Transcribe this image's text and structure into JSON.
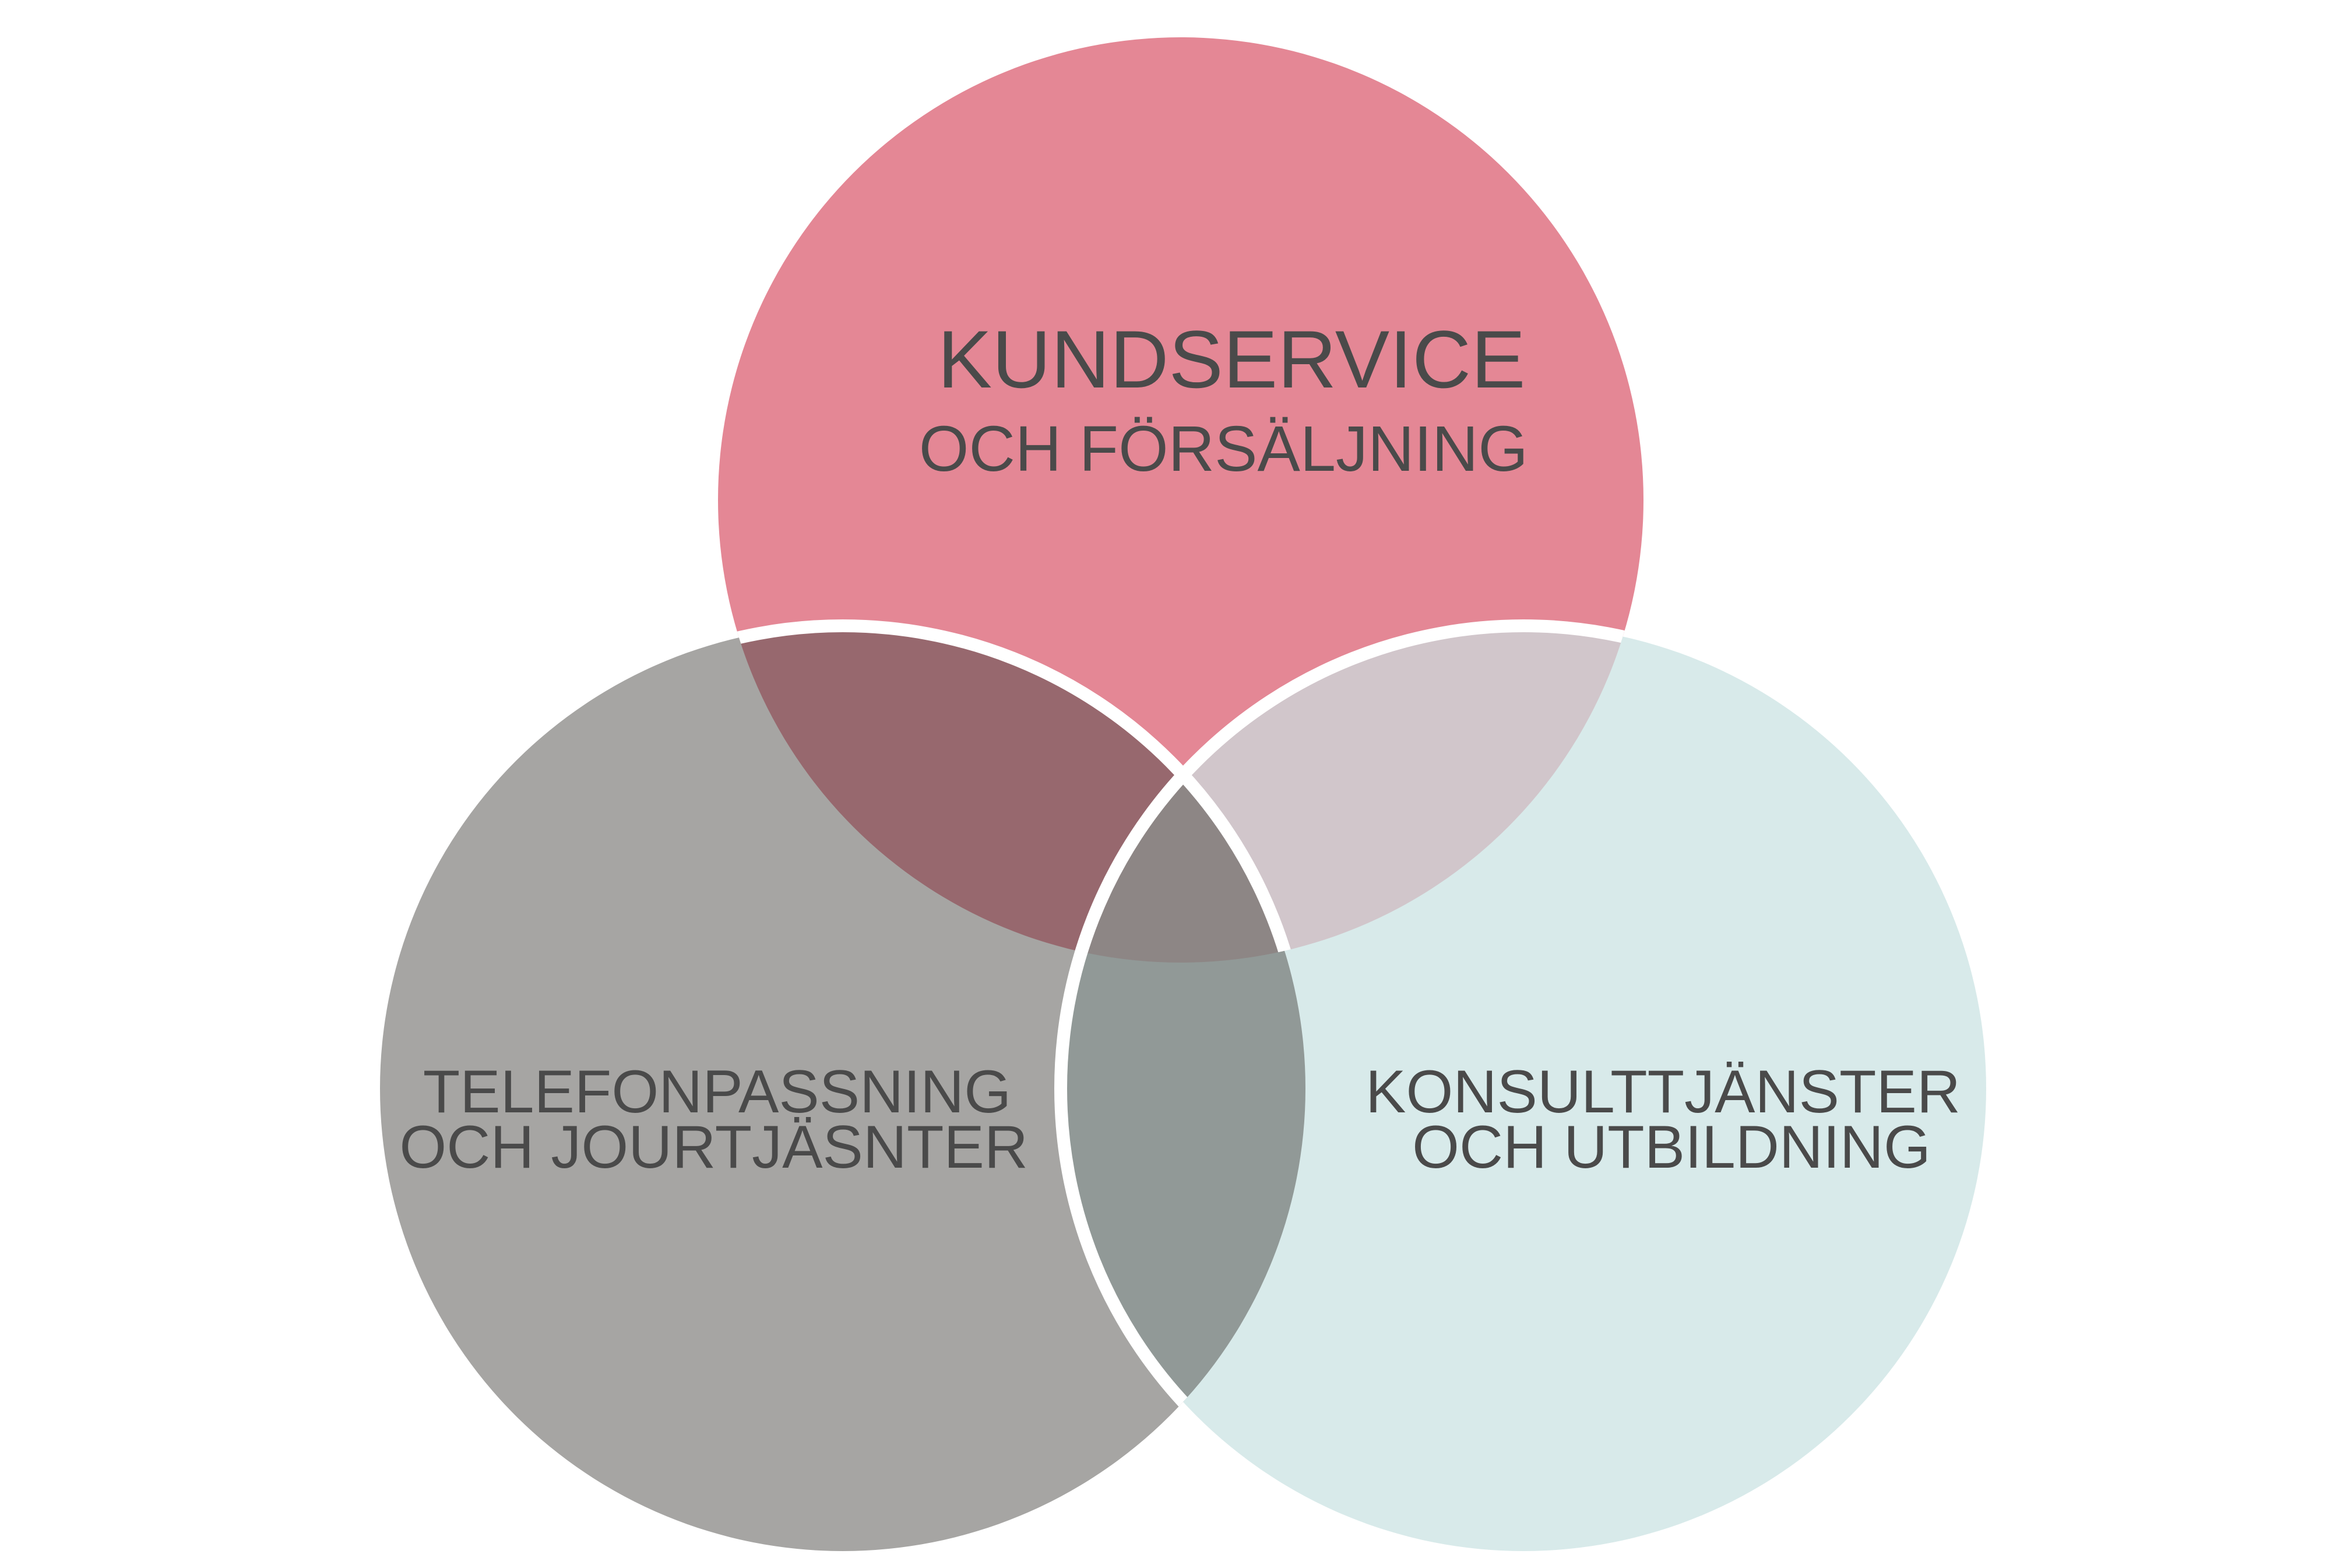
{
  "diagram": {
    "type": "venn",
    "sets": [
      {
        "id": "top",
        "lines": [
          "KUNDSERVICE",
          "OCH FÖRSÄLJNING"
        ],
        "color": "#e48795"
      },
      {
        "id": "left",
        "lines": [
          "TELEFONPASSNING",
          "OCH JOURTJÄSNTER"
        ],
        "color": "#a6a5a3"
      },
      {
        "id": "right",
        "lines": [
          "KONSULTTJÄNSTER",
          "OCH UTBILDNING"
        ],
        "color": "#d8eaea"
      }
    ],
    "overlaps": {
      "top_left": "#97686e",
      "top_right": "#d1c6cb",
      "left_right": "#919997",
      "center": "#8d8685"
    },
    "text_color": "#4a4a4a",
    "outline_color": "#ffffff"
  }
}
